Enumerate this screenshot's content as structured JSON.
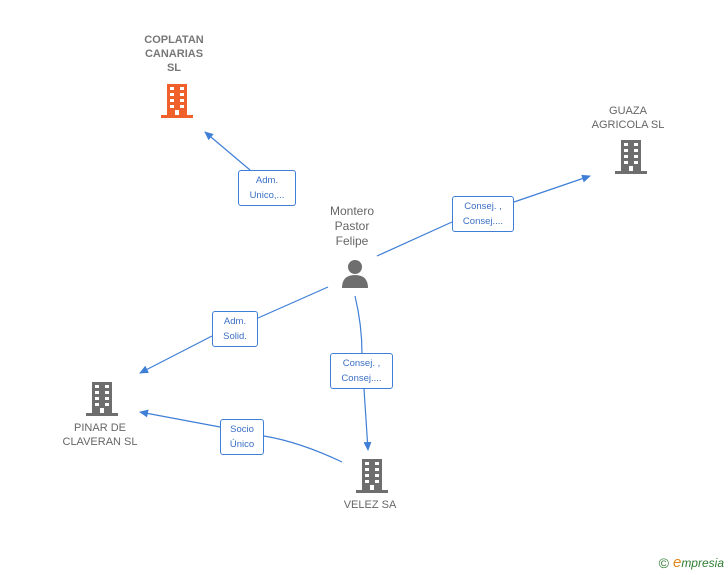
{
  "colors": {
    "edge": "#3f7fd6",
    "building_default": "#6e6e6e",
    "building_highlight": "#f0602a",
    "person": "#6e6e6e"
  },
  "person": {
    "name": "Montero\nPastor\nFelipe",
    "icon": "person-icon"
  },
  "companies": {
    "coplatan": {
      "name": "COPLATAN\nCANARIAS\nSL",
      "icon": "building-icon"
    },
    "guaza": {
      "name": "GUAZA\nAGRICOLA SL",
      "icon": "building-icon"
    },
    "pinar": {
      "name": "PINAR DE\nCLAVERAN  SL",
      "icon": "building-icon"
    },
    "velez": {
      "name": "VELEZ SA",
      "icon": "building-icon"
    }
  },
  "edges": {
    "to_coplatan": "Adm.\nUnico,...",
    "to_guaza": "Consej. ,\nConsej....",
    "to_pinar": "Adm.\nSolid.",
    "to_velez": "Consej. ,\nConsej....",
    "velez_to_pinar": "Socio\nÚnico"
  },
  "footer": {
    "copyright": "©",
    "brand_first": "e",
    "brand_rest": "mpresia"
  }
}
